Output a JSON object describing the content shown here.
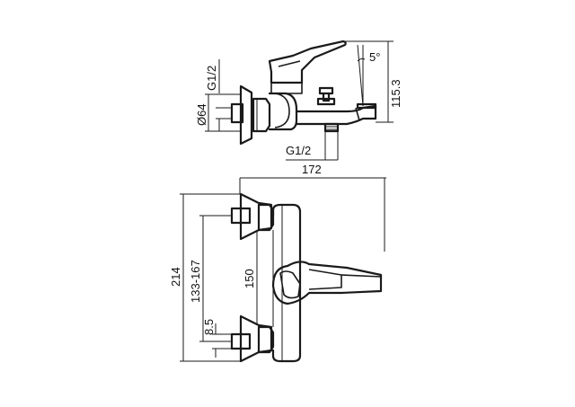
{
  "drawing": {
    "side_view": {
      "thread_top_label": "G1/2",
      "flange_diameter_label": "Ø64",
      "height_label": "115.3",
      "angle_label": "5°",
      "thread_bottom_label": "G1/2"
    },
    "front_view": {
      "width_label": "172",
      "total_height_label": "214",
      "inlet_range_label": "133-167",
      "inlet_spacing_label": "150",
      "nut_label": "8.5"
    }
  }
}
